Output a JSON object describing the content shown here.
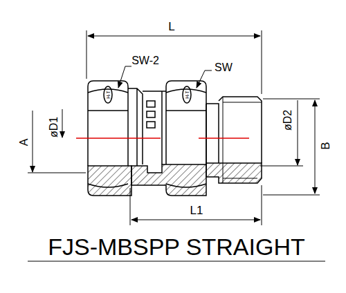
{
  "diagram": {
    "title": "FJS-MBSPP STRAIGHT",
    "labels": [
      "L",
      "SW-2",
      "SW",
      "øD1",
      "A",
      "øD2",
      "B",
      "L1",
      "H-T",
      "H-T"
    ]
  }
}
